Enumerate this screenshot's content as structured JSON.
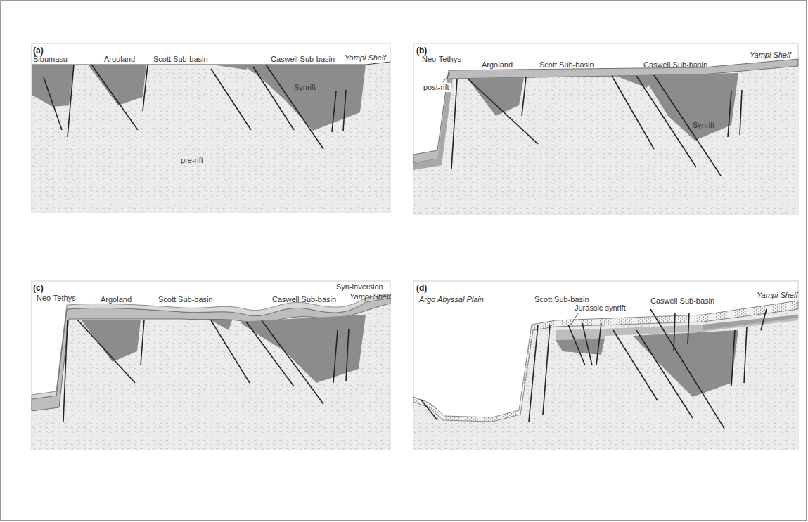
{
  "diagram": {
    "labels": [
      "(a)",
      "Sibumasu",
      "Argoland",
      "Scott Sub-basin",
      "Caswell Sub-basin",
      "Yampi Shelf",
      "Synrift",
      "pre-rift",
      "(b)",
      "Neo-Tethys",
      "Argoland",
      "Scott Sub-basin",
      "Caswell Sub-basin",
      "Yampi Shelf",
      "post-rift",
      "Synrift",
      "(c)",
      "Neo-Tethys",
      "Argoland",
      "Scott Sub-basin",
      "Caswell Sub-basin",
      "Syn-inversion",
      "Yampi Shelf",
      "(d)",
      "Argo Abyssal Plain",
      "Scott Sub-basin",
      "Caswell Sub-basin",
      "Yampi Shelf",
      "Jurassic synrift"
    ]
  }
}
